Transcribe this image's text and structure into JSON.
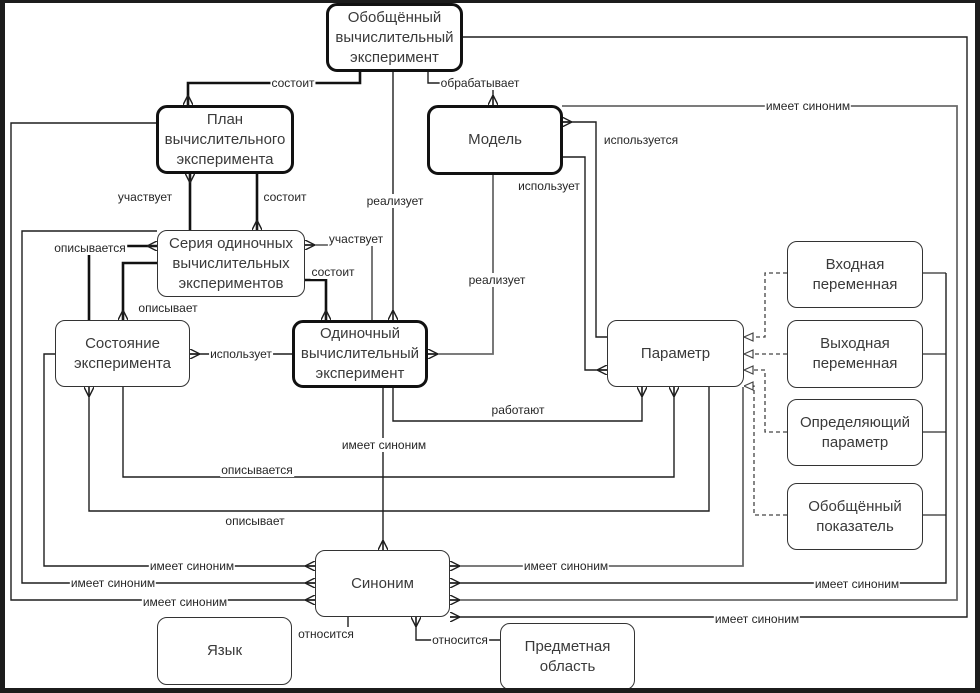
{
  "diagram": {
    "entities": {
      "generalized_experiment": {
        "label": "Обобщённый вычислительный эксперимент"
      },
      "plan": {
        "label": "План вычислительного эксперимента"
      },
      "model": {
        "label": "Модель"
      },
      "series": {
        "label": "Серия одиночных вычислительных экспериментов"
      },
      "state": {
        "label": "Состояние эксперимента"
      },
      "single_experiment": {
        "label": "Одиночный вычислительный эксперимент"
      },
      "parameter": {
        "label": "Параметр"
      },
      "input_variable": {
        "label": "Входная переменная"
      },
      "output_variable": {
        "label": "Выходная переменная"
      },
      "defining_parameter": {
        "label": "Определяющий параметр"
      },
      "generalized_indicator": {
        "label": "Обобщённый показатель"
      },
      "synonym": {
        "label": "Синоним"
      },
      "language": {
        "label": "Язык"
      },
      "subject_area": {
        "label": "Предметная область"
      }
    },
    "relations": [
      {
        "label": "состоит",
        "from": "generalized_experiment",
        "to": "plan"
      },
      {
        "label": "обрабатывает",
        "from": "generalized_experiment",
        "to": "model"
      },
      {
        "label": "имеет синоним",
        "from": "generalized_experiment",
        "to": "synonym"
      },
      {
        "label": "реализует",
        "from": "generalized_experiment",
        "to": "single_experiment"
      },
      {
        "label": "имеет синоним",
        "from": "model",
        "to": "synonym"
      },
      {
        "label": "используется",
        "from": "model",
        "to": "parameter"
      },
      {
        "label": "использует",
        "from": "model",
        "to": "parameter"
      },
      {
        "label": "реализует",
        "from": "model",
        "to": "single_experiment"
      },
      {
        "label": "участвует",
        "from": "plan",
        "to": "series"
      },
      {
        "label": "состоит",
        "from": "plan",
        "to": "series"
      },
      {
        "label": "имеет синоним",
        "from": "plan",
        "to": "synonym"
      },
      {
        "label": "имеет синоним",
        "from": "series",
        "to": "synonym"
      },
      {
        "label": "описывается",
        "from": "series",
        "to": "state"
      },
      {
        "label": "описывает",
        "from": "series",
        "to": "state"
      },
      {
        "label": "участвует",
        "from": "series",
        "to": "single_experiment"
      },
      {
        "label": "состоит",
        "from": "series",
        "to": "single_experiment"
      },
      {
        "label": "использует",
        "from": "state",
        "to": "single_experiment"
      },
      {
        "label": "имеет синоним",
        "from": "state",
        "to": "synonym"
      },
      {
        "label": "описывается",
        "from": "state",
        "to": "parameter"
      },
      {
        "label": "описывает",
        "from": "state",
        "to": "parameter"
      },
      {
        "label": "имеет синоним",
        "from": "single_experiment",
        "to": "synonym"
      },
      {
        "label": "работают",
        "from": "single_experiment",
        "to": "parameter"
      },
      {
        "label": "имеет синоним",
        "from": "parameter",
        "to": "synonym"
      },
      {
        "label": "имеет синоним",
        "from": [
          "input_variable",
          "output_variable",
          "defining_parameter",
          "generalized_indicator"
        ],
        "to": "synonym"
      },
      {
        "type": "generalization",
        "from": "input_variable",
        "to": "parameter"
      },
      {
        "type": "generalization",
        "from": "output_variable",
        "to": "parameter"
      },
      {
        "type": "generalization",
        "from": "defining_parameter",
        "to": "parameter"
      },
      {
        "type": "generalization",
        "from": "generalized_indicator",
        "to": "parameter"
      },
      {
        "label": "относится",
        "from": "synonym",
        "to": "language"
      },
      {
        "label": "относится",
        "from": "synonym",
        "to": "subject_area"
      }
    ]
  }
}
